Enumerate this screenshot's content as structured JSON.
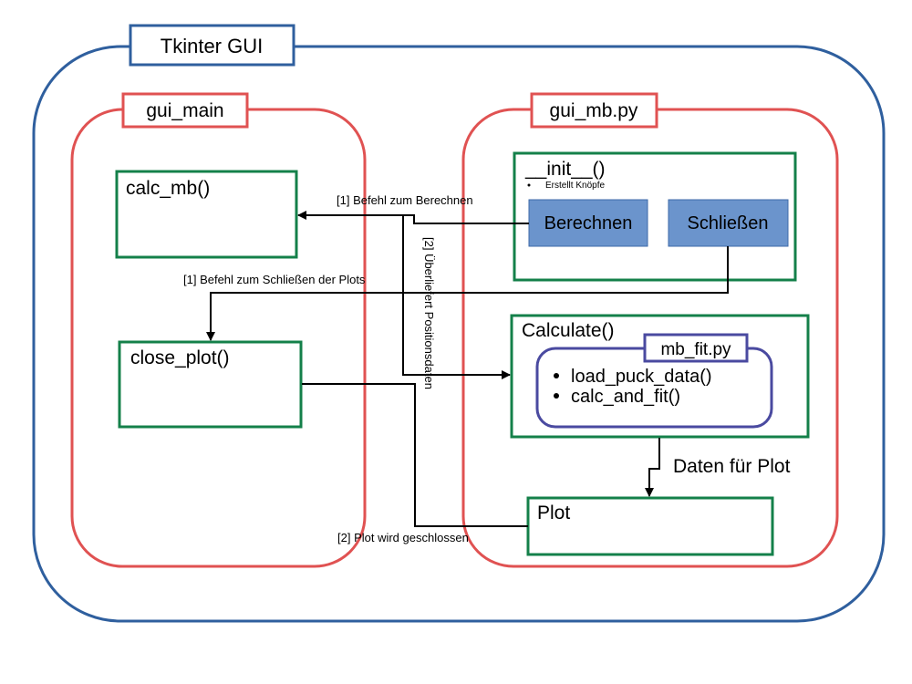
{
  "outer": {
    "title": "Tkinter GUI"
  },
  "gui_main": {
    "title": "gui_main",
    "calc_mb": "calc_mb()",
    "close_plot": "close_plot()"
  },
  "gui_mb": {
    "title": "gui_mb.py",
    "init": {
      "title": "__init__()",
      "bullet": "Erstellt Knöpfe",
      "berechnen": "Berechnen",
      "schliessen": "Schließen"
    },
    "calculate": {
      "title": "Calculate()",
      "mb_fit": {
        "title": "mb_fit.py",
        "items": [
          "load_puck_data()",
          "calc_and_fit()"
        ]
      }
    },
    "plot": "Plot"
  },
  "arrows": {
    "befehl_berechnen": "[1] Befehl zum Berechnen",
    "befehl_schliessen": "[1] Befehl zum Schließen der Plots",
    "positionsdaten": "[2] Überliefert Positionsdaten",
    "plot_geschlossen": "[2] Plot wird geschlossen",
    "daten_plot": "Daten für Plot"
  },
  "colors": {
    "outer": "#2f5f9e",
    "red": "#e05252",
    "green": "#14804a",
    "purple": "#4a4aa0",
    "button_fill": "#6b94cc",
    "button_stroke": "#3d6aa8"
  }
}
